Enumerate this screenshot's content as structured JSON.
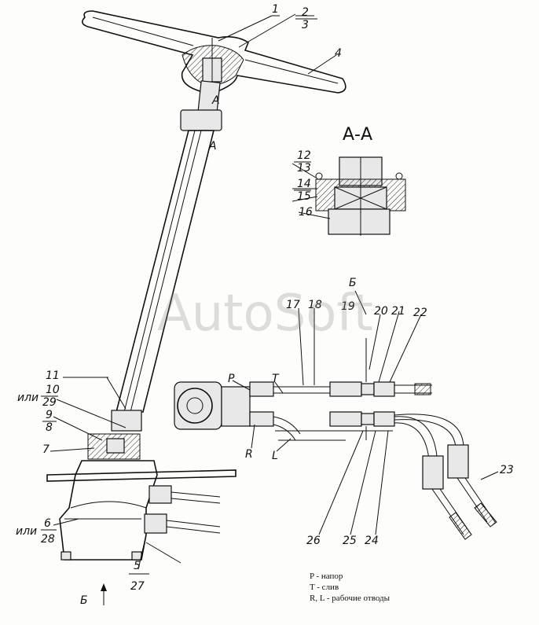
{
  "watermark": "AutoSoft",
  "section_title": "А-А",
  "view_label": "Б",
  "view_label_bottom": "Б",
  "section_marks": [
    "А",
    "А"
  ],
  "callouts": {
    "n1": "1",
    "n2": "2",
    "n3": "3",
    "n4": "4",
    "n5": "5",
    "n6": "6",
    "n7": "7",
    "n8": "8",
    "n9": "9",
    "n10": "10",
    "n11": "11",
    "n12": "12",
    "n13": "13",
    "n14": "14",
    "n15": "15",
    "n16": "16",
    "n17": "17",
    "n18": "18",
    "n19": "19",
    "n20": "20",
    "n21": "21",
    "n22": "22",
    "n23": "23",
    "n24": "24",
    "n25": "25",
    "n26": "26",
    "n27": "27",
    "n28": "28",
    "n29": "29"
  },
  "ili": [
    "или",
    "или"
  ],
  "port_labels": {
    "p": "P",
    "t": "T",
    "r": "R",
    "l": "L"
  },
  "legend": [
    "P - напор",
    "T - слив",
    "R, L - рабочие отводы"
  ],
  "colors": {
    "line": "#111111",
    "watermark": "#8a8a8a"
  }
}
